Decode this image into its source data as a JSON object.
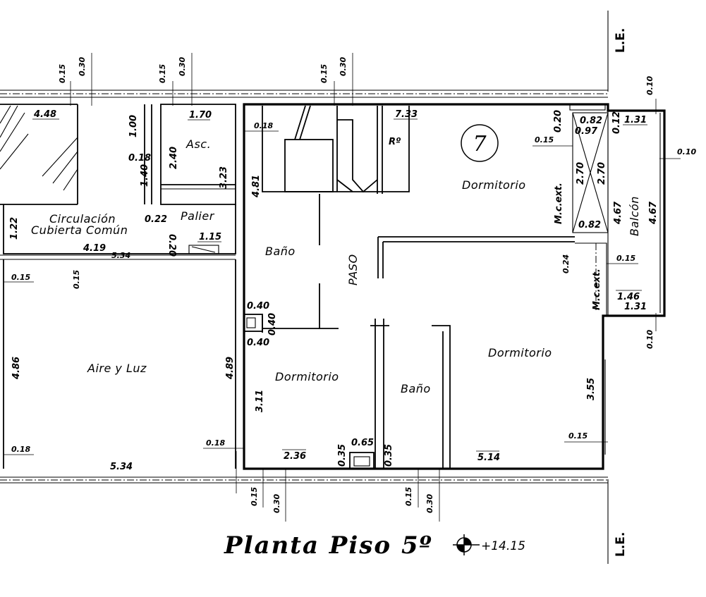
{
  "plan": {
    "title": "Planta Piso 5º",
    "level": "+14.15",
    "unit_number": "7",
    "line_label": "L.E.",
    "rooms": {
      "dormitorio_top": "Dormitorio",
      "dormitorio_right": "Dormitorio",
      "dormitorio_bottom": "Dormitorio",
      "bano_left": "Baño",
      "bano_center": "Baño",
      "paso": "PASO",
      "balcon": "Balcón",
      "asc": "Asc.",
      "palier": "Palier",
      "circulacion_1": "Circulación",
      "circulacion_2": "Cubierta Común",
      "aire_luz": "Aire y Luz",
      "ventilation": "Rº",
      "mc_ext_1": "M.c.ext.",
      "mc_ext_2": "M.c.ext."
    },
    "dims": {
      "d448": "4.48",
      "d170": "1.70",
      "d100": "1.00",
      "d018a": "0.18",
      "d140": "1.40",
      "d240": "2.40",
      "d323": "3.23",
      "d018b": "0.18",
      "d733": "7.33",
      "d020a": "0.20",
      "d082a": "0.82",
      "d097": "0.97",
      "d012": "0.12",
      "d131a": "1.31",
      "d015a": "0.15",
      "d270a": "2.70",
      "d270b": "2.70",
      "d467a": "4.67",
      "d467b": "4.67",
      "d082b": "0.82",
      "d481": "4.81",
      "d122": "1.22",
      "d022": "0.22",
      "d020b": "0.20",
      "d115": "1.15",
      "d419": "4.19",
      "d534a": "5.34",
      "d015b": "0.15",
      "d015c": "0.15",
      "d024": "0.24",
      "d015d": "0.15",
      "d146": "1.46",
      "d131b": "1.31",
      "d040a": "0.40",
      "d040b": "0.40",
      "d040c": "0.40",
      "d486": "4.86",
      "d489": "4.89",
      "d311": "3.11",
      "d355": "3.55",
      "d015e": "0.15",
      "d018c": "0.18",
      "d018d": "0.18",
      "d534b": "5.34",
      "d236": "2.36",
      "d035a": "0.35",
      "d065": "0.65",
      "d035b": "0.35",
      "d514": "5.14",
      "d010a": "0.10",
      "d010b": "0.10",
      "d010c": "0.10",
      "t015a": "0.15",
      "t030a": "0.30",
      "t015b": "0.15",
      "t030b": "0.30",
      "t015c": "0.15",
      "t030c": "0.30",
      "b015a": "0.15",
      "b030a": "0.30",
      "b015b": "0.15",
      "b030b": "0.30"
    }
  }
}
